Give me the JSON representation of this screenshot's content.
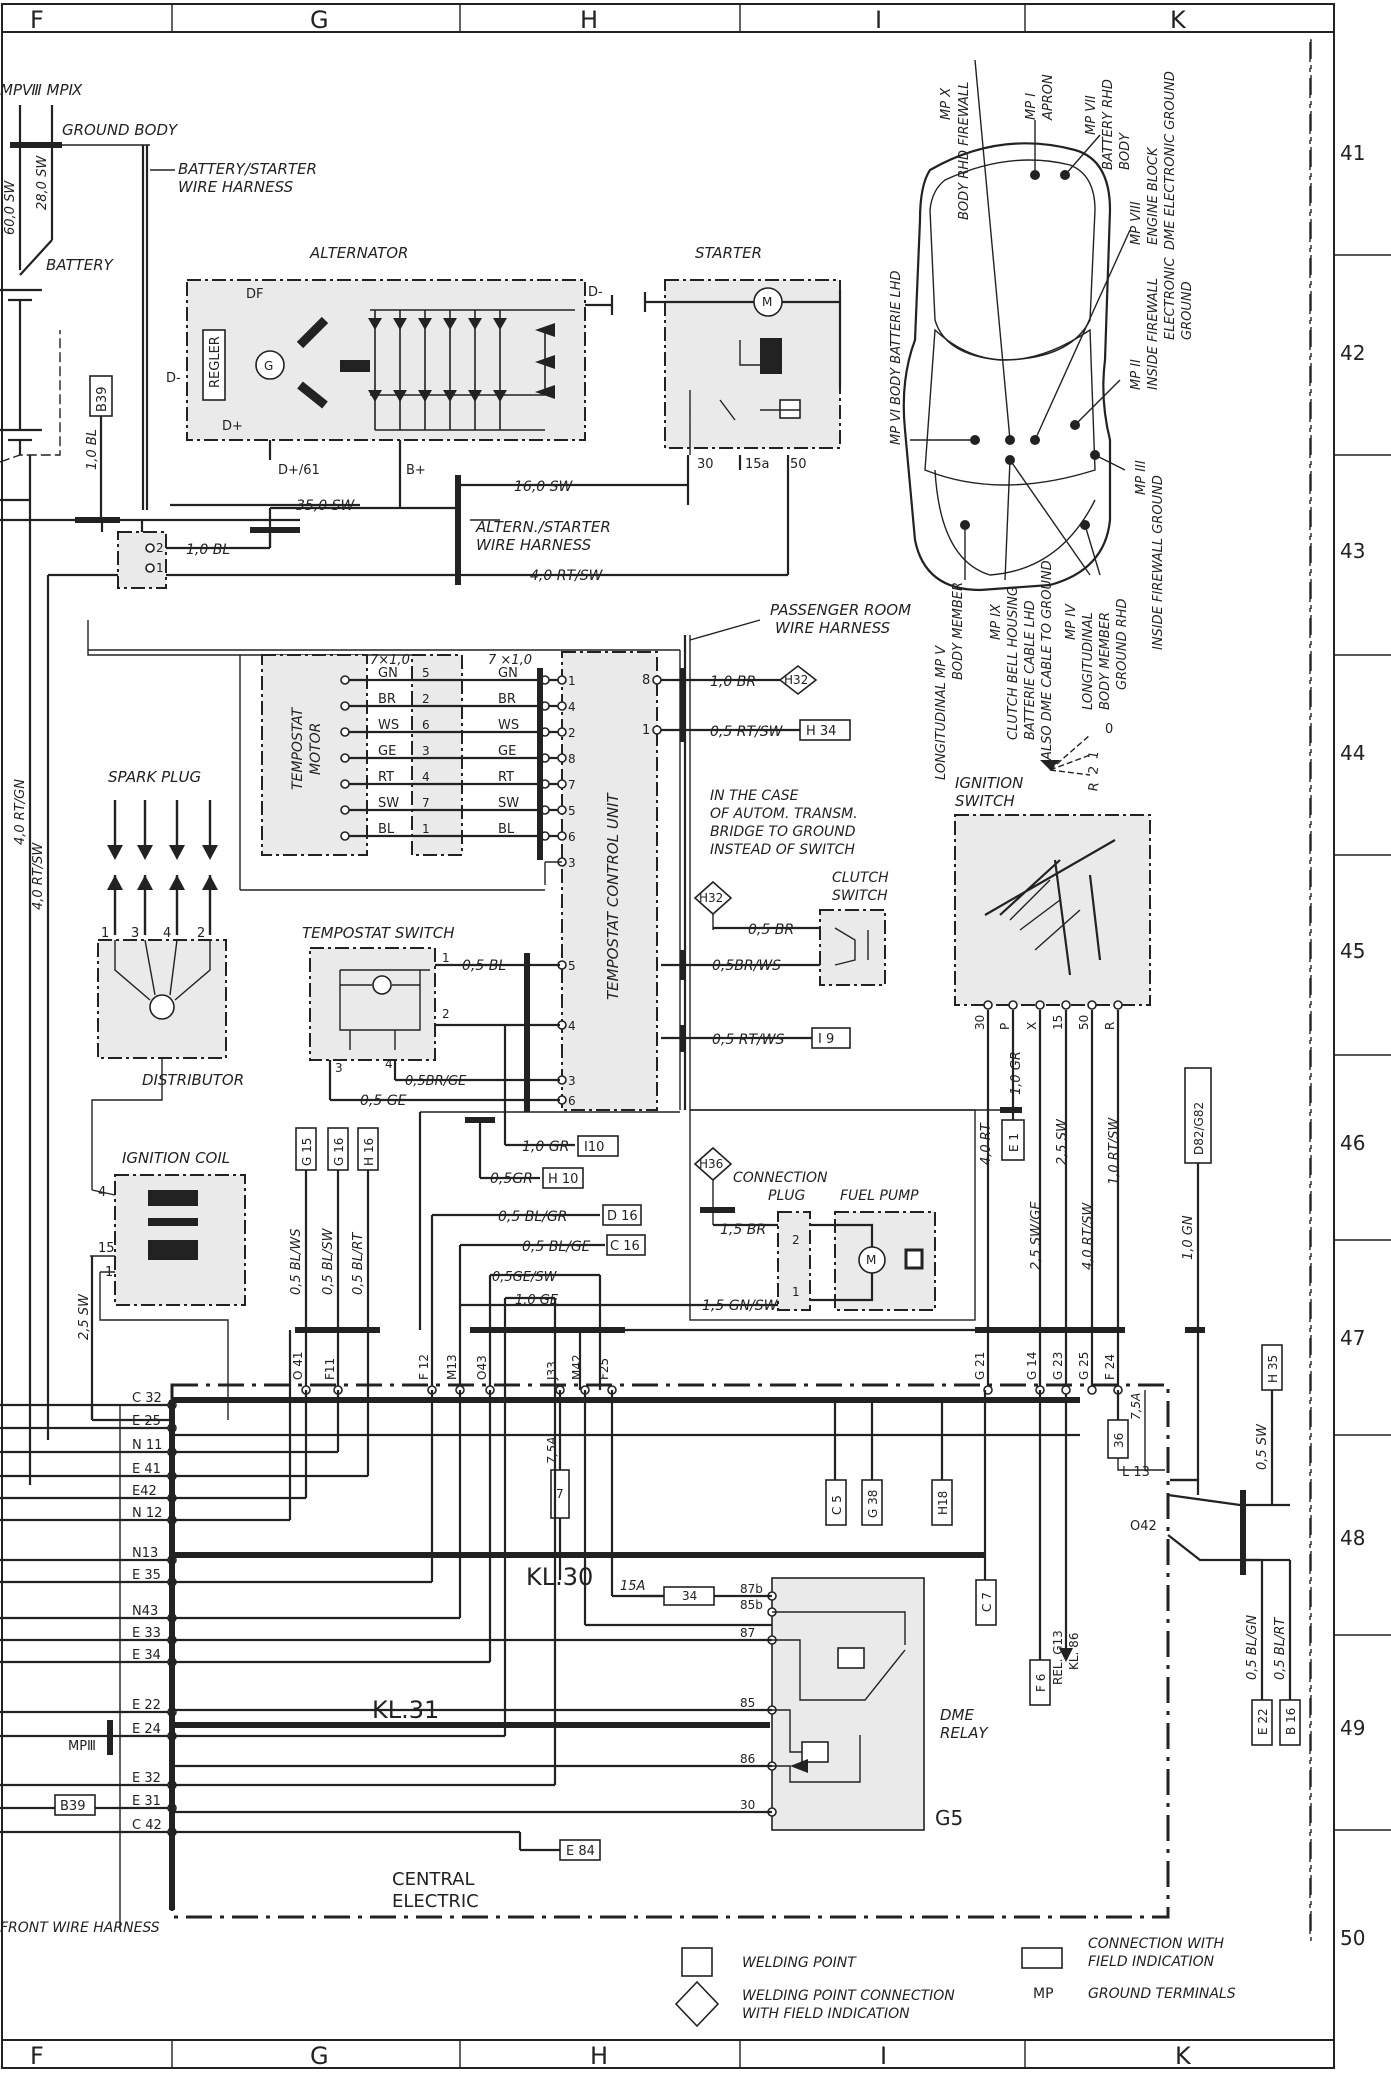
{
  "grid": {
    "columns": [
      "F",
      "G",
      "H",
      "I",
      "K"
    ],
    "rows": [
      "41",
      "42",
      "43",
      "44",
      "45",
      "46",
      "47",
      "48",
      "49",
      "50"
    ]
  },
  "ground_points_top": "MPⅧ MPⅨ",
  "components": {
    "ground_body": "GROUND BODY",
    "battery_starter_harness": [
      "BATTERY/STARTER",
      "WIRE HARNESS"
    ],
    "battery": "BATTERY",
    "alternator": "ALTERNATOR",
    "starter": "STARTER",
    "regler": "REGLER",
    "altern_starter_harness": [
      "ALTERN./STARTER",
      "WIRE HARNESS"
    ],
    "passenger_room_harness": [
      "PASSENGER ROOM",
      "WIRE HARNESS"
    ],
    "tempostat_motor": [
      "TEMPOSTAT",
      "MOTOR"
    ],
    "tempostat_control_unit": "TEMPOSTAT CONTROL UNIT",
    "spark_plug": "SPARK PLUG",
    "distributor": "DISTRIBUTOR",
    "ignition_coil": "IGNITION COIL",
    "tempostat_switch": "TEMPOSTAT SWITCH",
    "autom_transm_note": [
      "IN THE CASE",
      "OF AUTOM. TRANSM.",
      "BRIDGE TO GROUND",
      "INSTEAD OF SWITCH"
    ],
    "clutch_switch": [
      "CLUTCH",
      "SWITCH"
    ],
    "ignition_switch": [
      "IGNITION",
      "SWITCH"
    ],
    "connection_plug": [
      "CONNECTION",
      "PLUG"
    ],
    "fuel_pump": "FUEL PUMP",
    "dme_relay": [
      "DME",
      "RELAY"
    ],
    "dme_relay_id": "G5",
    "central_electric": [
      "CENTRAL",
      "ELECTRIC"
    ],
    "front_wire_harness": "FRONT WIRE HARNESS",
    "kl30": "KL.30",
    "kl31": "KL.31"
  },
  "wires": {
    "bat_60": "60,0 SW",
    "bat_28": "28,0 SW",
    "b39_wire": "1,0 BL",
    "alt_35": "35,0 SW",
    "alt_16": "16,0 SW",
    "bl_10": "1,0 BL",
    "rt_sw_40": "4,0 RT/SW",
    "rtgn_left": "4,0 RT/GN",
    "rtsw_left": "4,0 RT/SW",
    "gn_ws_coil": "2,5 SW",
    "motor_size1": "7×1,0",
    "motor_size2": "7 ×1,0",
    "tc_br": "1,0 BR",
    "tc_rtsw": "0,5 RT/SW",
    "clutch_br": "0,5 BR",
    "clutch_brws": "0,5BR/WS",
    "tc_rtws": "0,5 RT/WS",
    "ts_bl": "0,5 BL",
    "ts_brge": "0,5BR/GE",
    "ts_ge": "0,5 GE",
    "gr_10": "1,0 GR",
    "gr_05": "0,5GR",
    "g_blws": "0,5 BL/WS",
    "g_blsw": "0,5 BL/SW",
    "g_blrt": "0,5 BL/RT",
    "h_blgr": "0,5 BL/GR",
    "h_blge": "0,5 BL/GE",
    "h_gesw": "0,5GE/SW",
    "h_ge": "1,0 GE",
    "fp_br": "1,5 BR",
    "fp_gnsw": "1,5 GN/SW",
    "i_rt": "4,0 RT",
    "i_gr": "1,0 GR",
    "i_swge": "2,5 SW/GE",
    "i_sw": "2,5 SW",
    "i_rtsw4": "4,0 RT/SW",
    "i_rtsw1": "1,0 RT/SW",
    "k_gn": "1,0 GN",
    "k_sw": "0,5 SW",
    "k_blgn": "0,5 BL/GN",
    "k_blrt": "0,5 BL/RT",
    "fuse_75a_1": "7,5A",
    "fuse_75a_2": "7,5A",
    "fuse_15a": "15A"
  },
  "motor_colors": [
    "GN",
    "BR",
    "WS",
    "GE",
    "RT",
    "SW",
    "BL"
  ],
  "motor_mid_pins": [
    "5",
    "2",
    "6",
    "3",
    "4",
    "7",
    "1"
  ],
  "tcu_pins": [
    "1",
    "4",
    "2",
    "8",
    "7",
    "5",
    "6",
    "3"
  ],
  "tcu_right_pins": [
    "8",
    "1"
  ],
  "alt_terminals": [
    "DF",
    "D-",
    "D+",
    "D+/61",
    "B+",
    "D-"
  ],
  "starter_terminals": [
    "30",
    "15a",
    "50"
  ],
  "ign_terminals": [
    "30",
    "P",
    "X",
    "15",
    "50",
    "R"
  ],
  "spark_order": [
    "1",
    "3",
    "4",
    "2"
  ],
  "tags": {
    "b39": "B39",
    "b39b": "B39",
    "h32": "H32",
    "h32b": "H32",
    "h34": "H 34",
    "h36": "H36",
    "i9": "I 9",
    "i10": "I10",
    "h10": "H 10",
    "d16": "D 16",
    "c16": "C 16",
    "g15": "G 15",
    "g16": "G 16",
    "h16": "H 16",
    "e1": "E 1",
    "d82": "D82/G82",
    "h35": "H 35",
    "c5": "C 5",
    "g38": "G 38",
    "h18": "H18",
    "c7": "C 7",
    "f6": "F 6",
    "e22": "E 22",
    "b16": "B 16",
    "e84": "E 84",
    "fuse7": "7",
    "fuse36": "36",
    "fuse34": "34",
    "rel_g13": [
      "REL. G13",
      "KL. 86"
    ]
  },
  "bus_top_labels": [
    "O 41",
    "F11",
    "F 12",
    "M13",
    "O43",
    "J33",
    "M42",
    "F25",
    "G 21",
    "G 14",
    "G 23",
    "G 25",
    "F 24"
  ],
  "central_left_pins": [
    "C 32",
    "E 25",
    "N 11",
    "E 41",
    "E42",
    "N 12",
    "N13",
    "E 35",
    "N43",
    "E 33",
    "E 34",
    "E 22",
    "E 24",
    "E 32",
    "E 31",
    "C 42"
  ],
  "central_right": [
    "L 13",
    "O42"
  ],
  "mp3_left": "MPⅢ",
  "dme_pins": [
    "87b",
    "85b",
    "87",
    "85",
    "86",
    "30"
  ],
  "car_labels": {
    "mp1": [
      "MP I",
      "APRON"
    ],
    "mp10": [
      "MP X",
      "BODY RHD FIREWALL"
    ],
    "mp7": [
      "MP VII",
      "BATTERY RHD",
      "BODY"
    ],
    "mp8": [
      "MP VIII",
      "ENGINE BLOCK",
      "DME ELECTRONIC GROUND"
    ],
    "mp6": "MP VI  BODY BATTERIE LHD",
    "mp2": [
      "MP II",
      "INSIDE FIREWALL",
      "ELECTRONIC",
      "GROUND"
    ],
    "mp3": [
      "MP III",
      "INSIDE FIREWALL GROUND"
    ],
    "mp5": [
      "LONGITUDINAL MP V",
      "BODY MEMBER"
    ],
    "mp9": [
      "MP IX",
      "CLUTCH BELL HOUSING",
      "BATTERIE CABLE LHD",
      "ALSO DME CABLE TO GROUND"
    ],
    "mp4": [
      "MP IV",
      "LONGITUDINAL",
      "BODY MEMBER",
      "GROUND RHD"
    ]
  },
  "ign_positions": [
    "0",
    "1",
    "2",
    "R"
  ],
  "legend": {
    "welding_point": "WELDING POINT",
    "welding_conn": [
      "WELDING POINT CONNECTION",
      "WITH FIELD INDICATION"
    ],
    "conn_field": [
      "CONNECTION WITH",
      "FIELD INDICATION"
    ],
    "mp": "MP",
    "ground_terminals": "GROUND TERMINALS"
  }
}
